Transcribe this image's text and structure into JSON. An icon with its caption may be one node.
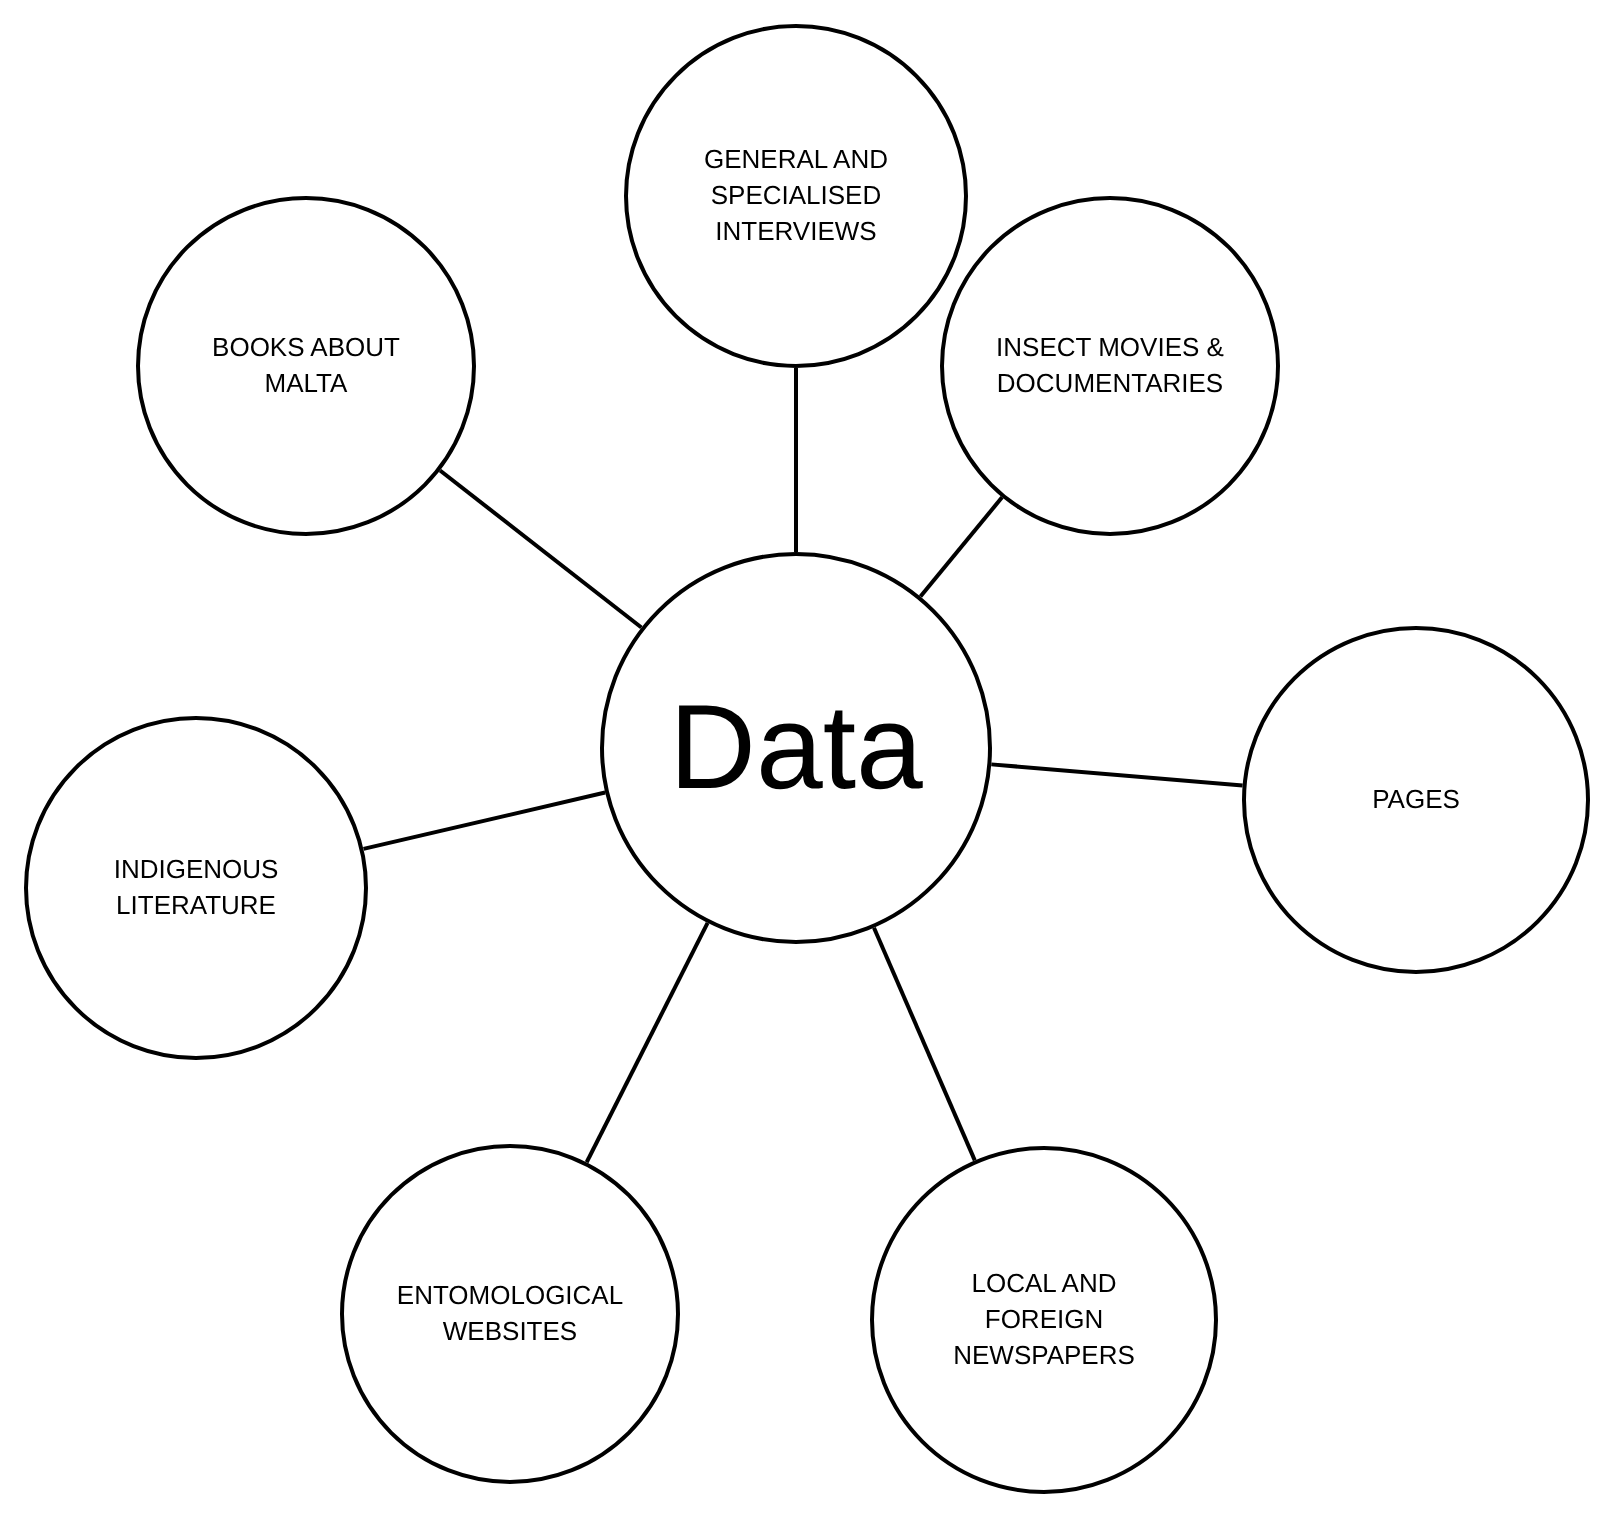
{
  "diagram": {
    "nodes": [
      {
        "text": [
          "GENERAL AND SPECIALISED INTERVIEWS"
        ]
      },
      {
        "text": [
          "BOOKS ABOUT MALTA"
        ]
      },
      {
        "text": [
          "INSECT MOVIES & DOCUMENTARIES"
        ]
      },
      {
        "text": [
          "Data"
        ]
      },
      {
        "text": [
          "PAGES"
        ]
      },
      {
        "text": [
          "INDIGENOUS LITERATURE"
        ]
      },
      {
        "text": [
          "ENTOMOLOGICAL WEBSITES"
        ]
      },
      {
        "text": [
          "LOCAL AND FOREIGN NEWSPAPERS"
        ]
      }
    ],
    "edges": [
      {
        "from": 3,
        "to": 0,
        "arrow": "none"
      },
      {
        "from": 3,
        "to": 1,
        "arrow": "none"
      },
      {
        "from": 3,
        "to": 2,
        "arrow": "none"
      },
      {
        "from": 3,
        "to": 4,
        "arrow": "none"
      },
      {
        "from": 3,
        "to": 5,
        "arrow": "none"
      },
      {
        "from": 3,
        "to": 6,
        "arrow": "none"
      },
      {
        "from": 3,
        "to": 7,
        "arrow": "none"
      }
    ]
  }
}
